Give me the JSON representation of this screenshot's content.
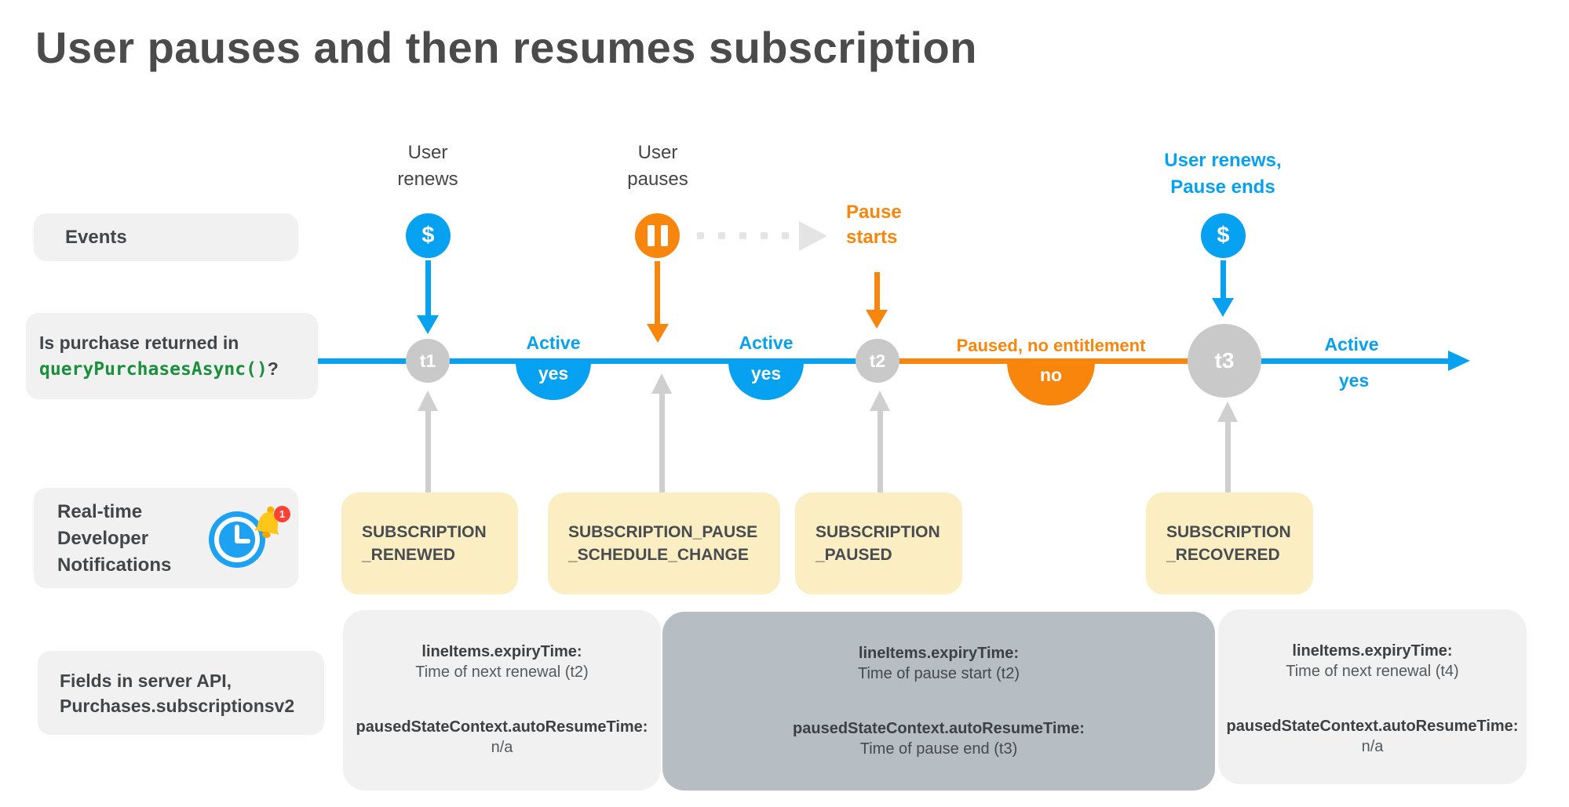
{
  "title": "User pauses and then resumes subscription",
  "rows": {
    "events_label": "Events",
    "purchase_question_line1": "Is purchase returned in",
    "purchase_question_code": "queryPurchasesAsync()",
    "purchase_question_suffix": "?",
    "rtdn_label_line1": "Real-time",
    "rtdn_label_line2": "Developer",
    "rtdn_label_line3": "Notifications",
    "rtdn_badge_count": "1",
    "fields_label_line1": "Fields in server API,",
    "fields_label_line2": "Purchases.subscriptionsv2"
  },
  "events": {
    "renew1": {
      "line1": "User",
      "line2": "renews",
      "icon": "$"
    },
    "pause": {
      "line1": "User",
      "line2": "pauses"
    },
    "pause_starts": {
      "line1": "Pause",
      "line2": "starts"
    },
    "renew2": {
      "line1": "User renews,",
      "line2": "Pause ends",
      "icon": "$"
    }
  },
  "timeline": {
    "points": [
      {
        "label": "t1"
      },
      {
        "label": "t2"
      },
      {
        "label": "t3"
      }
    ],
    "states": [
      {
        "label": "Active",
        "answer": "yes"
      },
      {
        "label": "Active",
        "answer": "yes"
      },
      {
        "label": "Paused, no entitlement",
        "answer": "no"
      },
      {
        "label": "Active",
        "answer": "yes"
      }
    ]
  },
  "notifications": [
    {
      "line1": "SUBSCRIPTION",
      "line2": "_RENEWED"
    },
    {
      "line1": "SUBSCRIPTION_PAUSE",
      "line2": "_SCHEDULE_CHANGE"
    },
    {
      "line1": "SUBSCRIPTION",
      "line2": "_PAUSED"
    },
    {
      "line1": "SUBSCRIPTION",
      "line2": "_RECOVERED"
    }
  ],
  "api_fields": [
    {
      "key1": "lineItems.expiryTime:",
      "val1": "Time of next renewal (t2)",
      "key2": "pausedStateContext.autoResumeTime:",
      "val2": "n/a"
    },
    {
      "key1": "lineItems.expiryTime:",
      "val1": "Time of pause start (t2)",
      "key2": "pausedStateContext.autoResumeTime:",
      "val2": "Time of pause end (t3)"
    },
    {
      "key1": "lineItems.expiryTime:",
      "val1": "Time of next renewal (t4)",
      "key2": "pausedStateContext.autoResumeTime:",
      "val2": "n/a"
    }
  ],
  "colors": {
    "blue": "#06a1f0",
    "orange": "#f8860d",
    "gray_circle": "#c9c9c9",
    "yellow": "#fbeec3",
    "light_gray": "#f1f1f2",
    "mid_gray": "#b6bdc3",
    "code_green": "#1a8f3c"
  }
}
